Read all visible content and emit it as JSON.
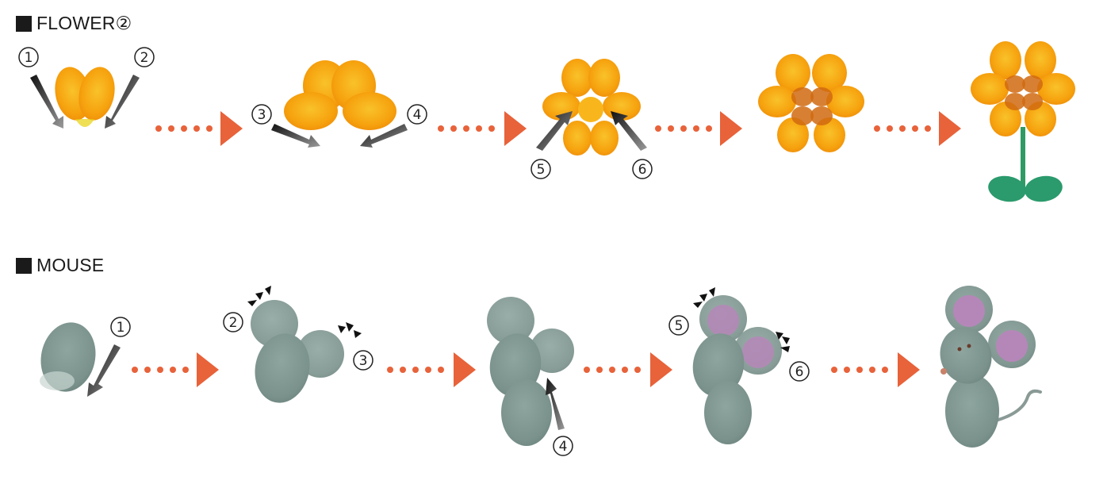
{
  "flower_section": {
    "title": "FLOWER②"
  },
  "mouse_section": {
    "title": "MOUSE"
  },
  "flower_steps": [
    "1",
    "2",
    "3",
    "4",
    "5",
    "6"
  ],
  "mouse_steps": [
    "1",
    "2",
    "3",
    "4",
    "5",
    "6"
  ],
  "colors": {
    "petal": "#f6a20e",
    "petal_dark": "#e07a08",
    "petal_center": "#c95f12",
    "stem": "#2f9a63",
    "leaf": "#2b9a6c",
    "mouse_body": "#7f9791",
    "mouse_ear_inner": "#b587b8",
    "arrow": "#e8623a",
    "dots": "#e8623a"
  }
}
